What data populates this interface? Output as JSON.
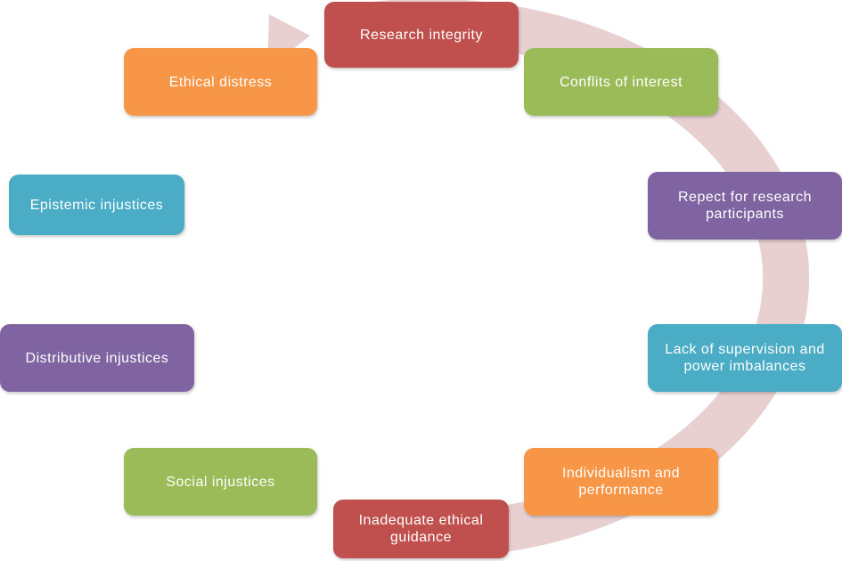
{
  "diagram": {
    "ring_color": "#e8d0d1",
    "nodes": [
      {
        "id": "research-integrity",
        "label": "Research integrity",
        "color": "#c0504d"
      },
      {
        "id": "conflicts-of-interest",
        "label": "Conflits of interest",
        "color": "#9bbb59"
      },
      {
        "id": "respect-for-participants",
        "label": "Repect for research participants",
        "color": "#8064a2"
      },
      {
        "id": "lack-of-supervision",
        "label": "Lack of supervision and power imbalances",
        "color": "#4bacc6"
      },
      {
        "id": "individualism",
        "label": "Individualism and performance",
        "color": "#f79646"
      },
      {
        "id": "inadequate-guidance",
        "label": "Inadequate ethical guidance",
        "color": "#c0504d"
      },
      {
        "id": "social-injustices",
        "label": "Social injustices",
        "color": "#9bbb59"
      },
      {
        "id": "distributive-injustices",
        "label": "Distributive injustices",
        "color": "#8064a2"
      },
      {
        "id": "epistemic-injustices",
        "label": "Epistemic injustices",
        "color": "#4bacc6"
      },
      {
        "id": "ethical-distress",
        "label": "Ethical distress",
        "color": "#f79646"
      }
    ]
  }
}
